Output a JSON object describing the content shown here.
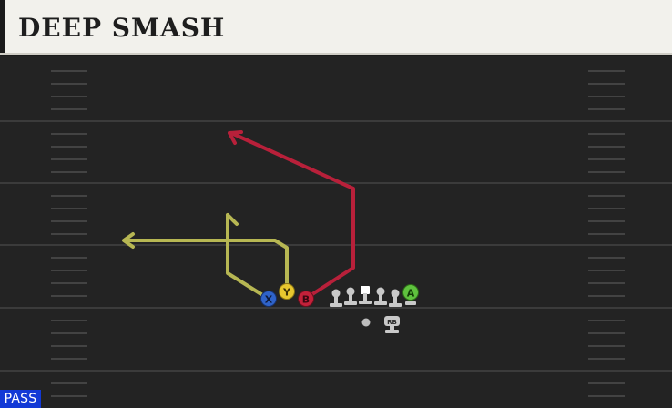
{
  "play": {
    "title": "DEEP SMASH",
    "type_label": "PASS"
  },
  "colors": {
    "field": "#232323",
    "yard_line": "#3b3b3b",
    "hash": "#434343",
    "route_yellow": "#b7b753",
    "route_red": "#b8203a",
    "badge_x": "#2f63c9",
    "badge_y": "#e8c72f",
    "badge_b": "#c4213a",
    "badge_a": "#5fc23e",
    "lineman": "#c9c9c9",
    "pass_tag": "#1239d6"
  },
  "players": [
    {
      "id": "x-receiver",
      "label": "X",
      "icon": "x-button-icon"
    },
    {
      "id": "y-receiver",
      "label": "Y",
      "icon": "y-button-icon"
    },
    {
      "id": "b-receiver",
      "label": "B",
      "icon": "b-button-icon"
    },
    {
      "id": "a-receiver",
      "label": "A",
      "icon": "a-button-icon"
    },
    {
      "id": "running-back",
      "label": "RB",
      "icon": "rb-icon"
    }
  ],
  "routes": [
    {
      "player": "X",
      "kind": "corner-out",
      "color": "#b7b753"
    },
    {
      "player": "Y",
      "kind": "post-in",
      "color": "#b7b753"
    },
    {
      "player": "B",
      "kind": "deep-post",
      "color": "#b8203a"
    }
  ]
}
